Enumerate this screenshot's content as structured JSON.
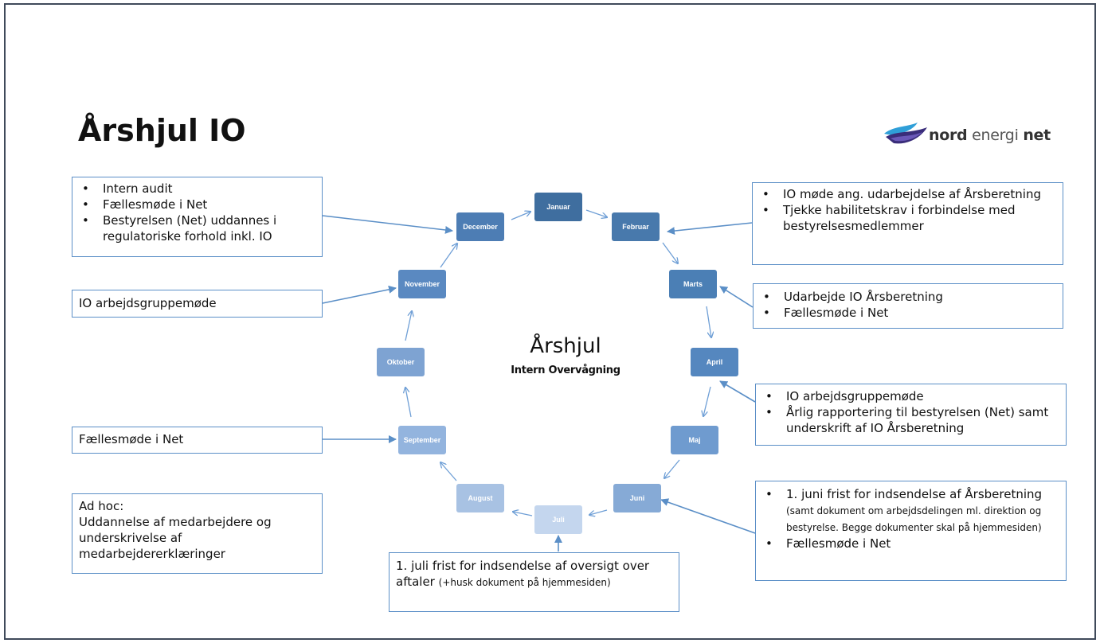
{
  "title": "Årshjul IO",
  "logo": {
    "word1": "nord",
    "word2": "energi",
    "word3": "net"
  },
  "center": {
    "title": "Årshjul",
    "subtitle": "Intern Overvågning"
  },
  "colors": {
    "border": "#5b8fc7",
    "arrow": "#6f9fd6",
    "month_dark": "#3f6e9f"
  },
  "months": {
    "jan": "Januar",
    "feb": "Februar",
    "mar": "Marts",
    "apr": "April",
    "maj": "Maj",
    "jun": "Juni",
    "jul": "Juli",
    "aug": "August",
    "sep": "September",
    "okt": "Oktober",
    "nov": "November",
    "dec": "December"
  },
  "notes": {
    "december": [
      "Intern audit",
      "Fællesmøde i Net",
      "Bestyrelsen (Net) uddannes i regulatoriske forhold inkl. IO"
    ],
    "february": [
      "IO møde ang. udarbejdelse af Årsberetning",
      "Tjekke habilitetskrav i forbindelse med bestyrelsesmedlemmer"
    ],
    "november": "IO arbejdsgruppemøde",
    "march": [
      "Udarbejde IO Årsberetning",
      "Fællesmøde i Net"
    ],
    "april": [
      "IO arbejdsgruppemøde",
      "Årlig rapportering til bestyrelsen (Net) samt underskrift af IO Årsberetning"
    ],
    "september": "Fællesmøde i Net",
    "adhoc": {
      "line1": "Ad hoc:",
      "line2": "Uddannelse af medarbejdere og underskrivelse af medarbejdererklæringer"
    },
    "june": {
      "item1_main": "1. juni frist for indsendelse af Årsberetning",
      "item1_small": "(samt dokument om arbejdsdelingen ml. direktion og bestyrelse. Begge dokumenter skal på hjemmesiden)",
      "item2": "Fællesmøde i Net"
    },
    "july": {
      "main": "1. juli frist for indsendelse af oversigt over aftaler",
      "small": "(+husk dokument på hjemmesiden)"
    }
  }
}
